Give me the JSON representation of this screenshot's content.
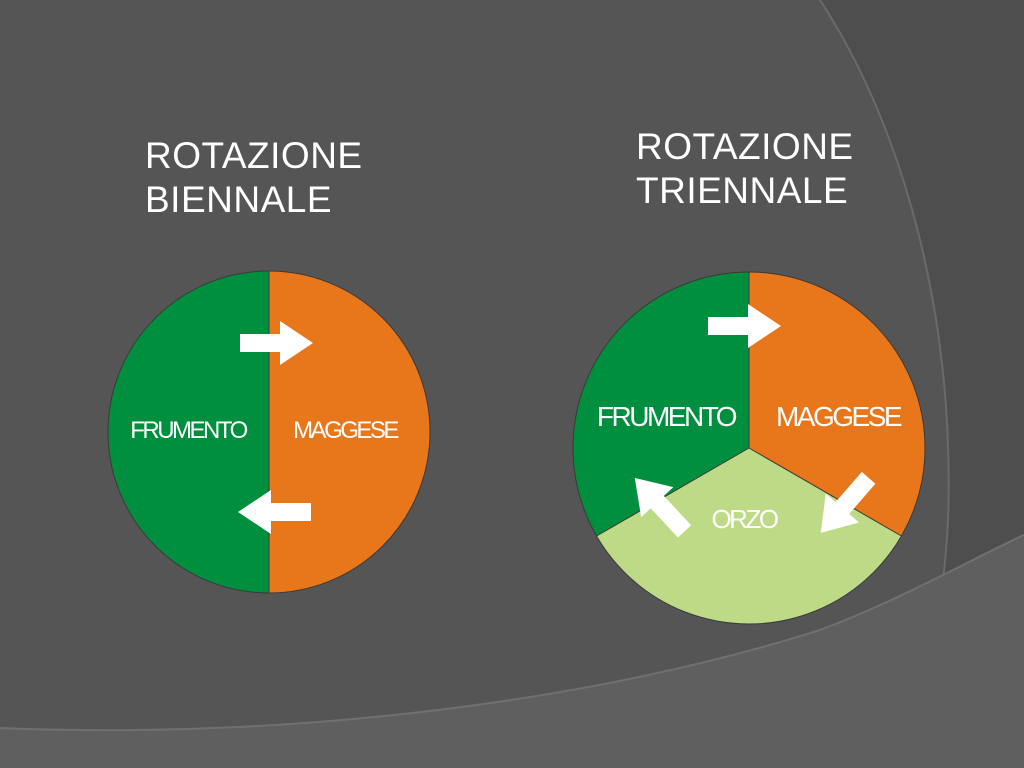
{
  "colors": {
    "background": "#555555",
    "frumento": "#008f3e",
    "maggese": "#e8761a",
    "orzo": "#bddb86",
    "arrow": "#ffffff",
    "text": "#ffffff"
  },
  "biennale": {
    "title_line1": "ROTAZIONE",
    "title_line2": "BIENNALE",
    "label_frumento": "FRUMENTO",
    "label_maggese": "MAGGESE"
  },
  "triennale": {
    "title_line1": "ROTAZIONE",
    "title_line2": "TRIENNALE",
    "label_frumento": "FRUMENTO",
    "label_maggese": "MAGGESE",
    "label_orzo": "ORZO"
  }
}
